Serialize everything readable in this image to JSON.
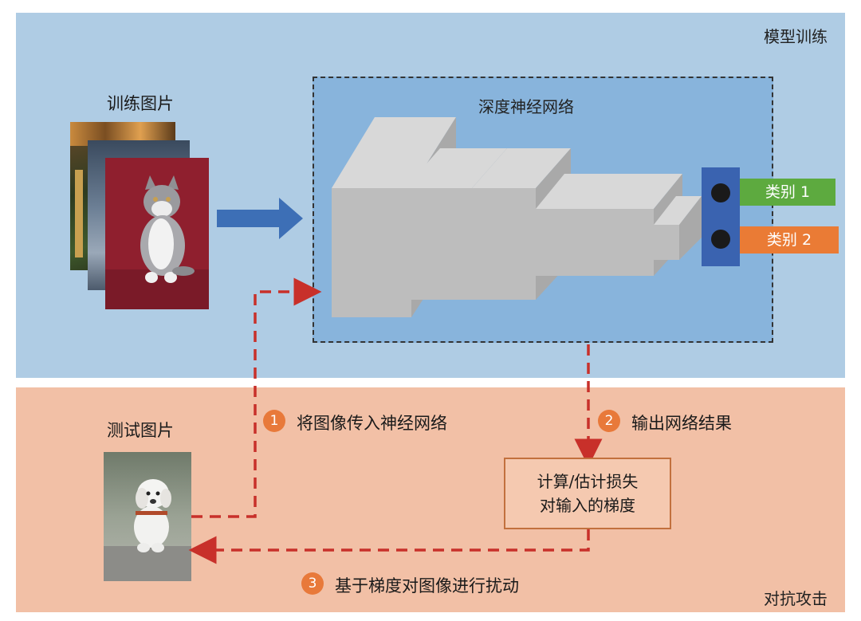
{
  "top_section": {
    "label": "模型训练"
  },
  "bottom_section": {
    "label": "对抗攻击"
  },
  "training_images": {
    "label": "训练图片"
  },
  "network": {
    "title": "深度神经网络"
  },
  "classes": [
    {
      "label": "类别 1",
      "color": "#5daa3f"
    },
    {
      "label": "类别 2",
      "color": "#ea7b35"
    }
  ],
  "test_image": {
    "label": "测试图片"
  },
  "steps": [
    {
      "num": "1",
      "text": "将图像传入神经网络"
    },
    {
      "num": "2",
      "text": "输出网络结果"
    },
    {
      "num": "3",
      "text": "基于梯度对图像进行扰动"
    }
  ],
  "calc_box": {
    "line1": "计算/估计损失",
    "line2": "对输入的梯度"
  },
  "colors": {
    "top_bg": "#afcce4",
    "bottom_bg": "#f2c0a6",
    "network_bg": "#88b4dc",
    "arrow_blue": "#3d6fb6",
    "dashed_red": "#c8302a",
    "step_orange": "#e8793a",
    "output_layer": "#3a63b0"
  }
}
